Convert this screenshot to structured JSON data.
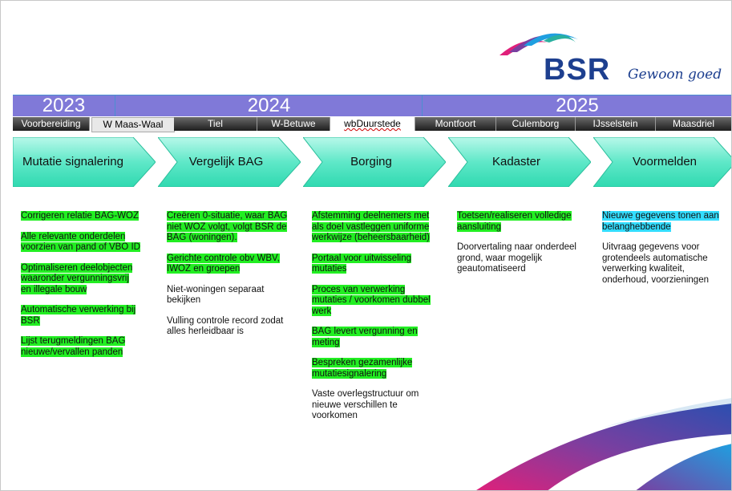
{
  "brand": {
    "name": "BSR",
    "tagline": "Gewoon goed",
    "colors": {
      "navy": "#1d3f8f",
      "logo_blue": "#1f9fe0",
      "logo_purple": "#7a3fa0",
      "logo_magenta": "#e0207a"
    }
  },
  "years": [
    "2023",
    "2024",
    "2025"
  ],
  "municipalities": [
    "Voorbereiding",
    "W Maas-Waal",
    "Tiel",
    "W-Betuwe",
    "wbDuurstede",
    "Montfoort",
    "Culemborg",
    "IJsselstein",
    "Maasdriel"
  ],
  "phases": [
    {
      "title": "Mutatie signalering",
      "items": [
        {
          "text": "Corrigeren relatie BAG-WOZ",
          "highlight": "green"
        },
        {
          "text": "Alle relevante onderdelen voorzien van pand of VBO ID",
          "highlight": "green"
        },
        {
          "text": "Optimaliseren deelobjecten waaronder vergunningsvrij en illegale bouw",
          "highlight": "green"
        },
        {
          "text": "Automatische verwerking bij BSR",
          "highlight": "green"
        },
        {
          "text": "Lijst terugmeldingen BAG nieuwe/vervallen panden",
          "highlight": "green"
        }
      ]
    },
    {
      "title": "Vergelijk BAG",
      "items": [
        {
          "text": "Creëren 0-situatie, waar BAG niet WOZ volgt, volgt BSR de BAG (woningen).",
          "highlight": "green"
        },
        {
          "text": "Gerichte controle obv WBV, IWOZ en groepen",
          "highlight": "green"
        },
        {
          "text": "Niet-woningen separaat bekijken",
          "highlight": "none"
        },
        {
          "text": "Vulling controle record zodat alles herleidbaar is",
          "highlight": "none"
        }
      ]
    },
    {
      "title": "Borging",
      "items": [
        {
          "text": "Afstemming deelnemers met als doel vastleggen uniforme werkwijze (beheersbaarheid)",
          "highlight": "green"
        },
        {
          "text": "Portaal voor uitwisseling mutaties",
          "highlight": "green"
        },
        {
          "text": "Proces van verwerking mutaties / voorkomen dubbel werk",
          "highlight": "green"
        },
        {
          "text": "BAG levert vergunning en meting",
          "highlight": "green"
        },
        {
          "text": "Bespreken gezamenlijke mutatiesignalering",
          "highlight": "green"
        },
        {
          "text": "Vaste overlegstructuur om nieuwe verschillen te voorkomen",
          "highlight": "none"
        }
      ]
    },
    {
      "title": "Kadaster",
      "items": [
        {
          "text": "Toetsen/realiseren volledige aansluiting",
          "highlight": "green"
        },
        {
          "text": "Doorvertaling naar onderdeel grond, waar mogelijk geautomatiseerd",
          "highlight": "none"
        }
      ]
    },
    {
      "title": "Voormelden",
      "items": [
        {
          "text": "Nieuwe gegevens tonen aan belanghebbende",
          "highlight": "blue"
        },
        {
          "text": "Uitvraag gegevens voor grotendeels automatische verwerking kwaliteit, onderhoud, voorzieningen",
          "highlight": "none"
        }
      ]
    }
  ]
}
